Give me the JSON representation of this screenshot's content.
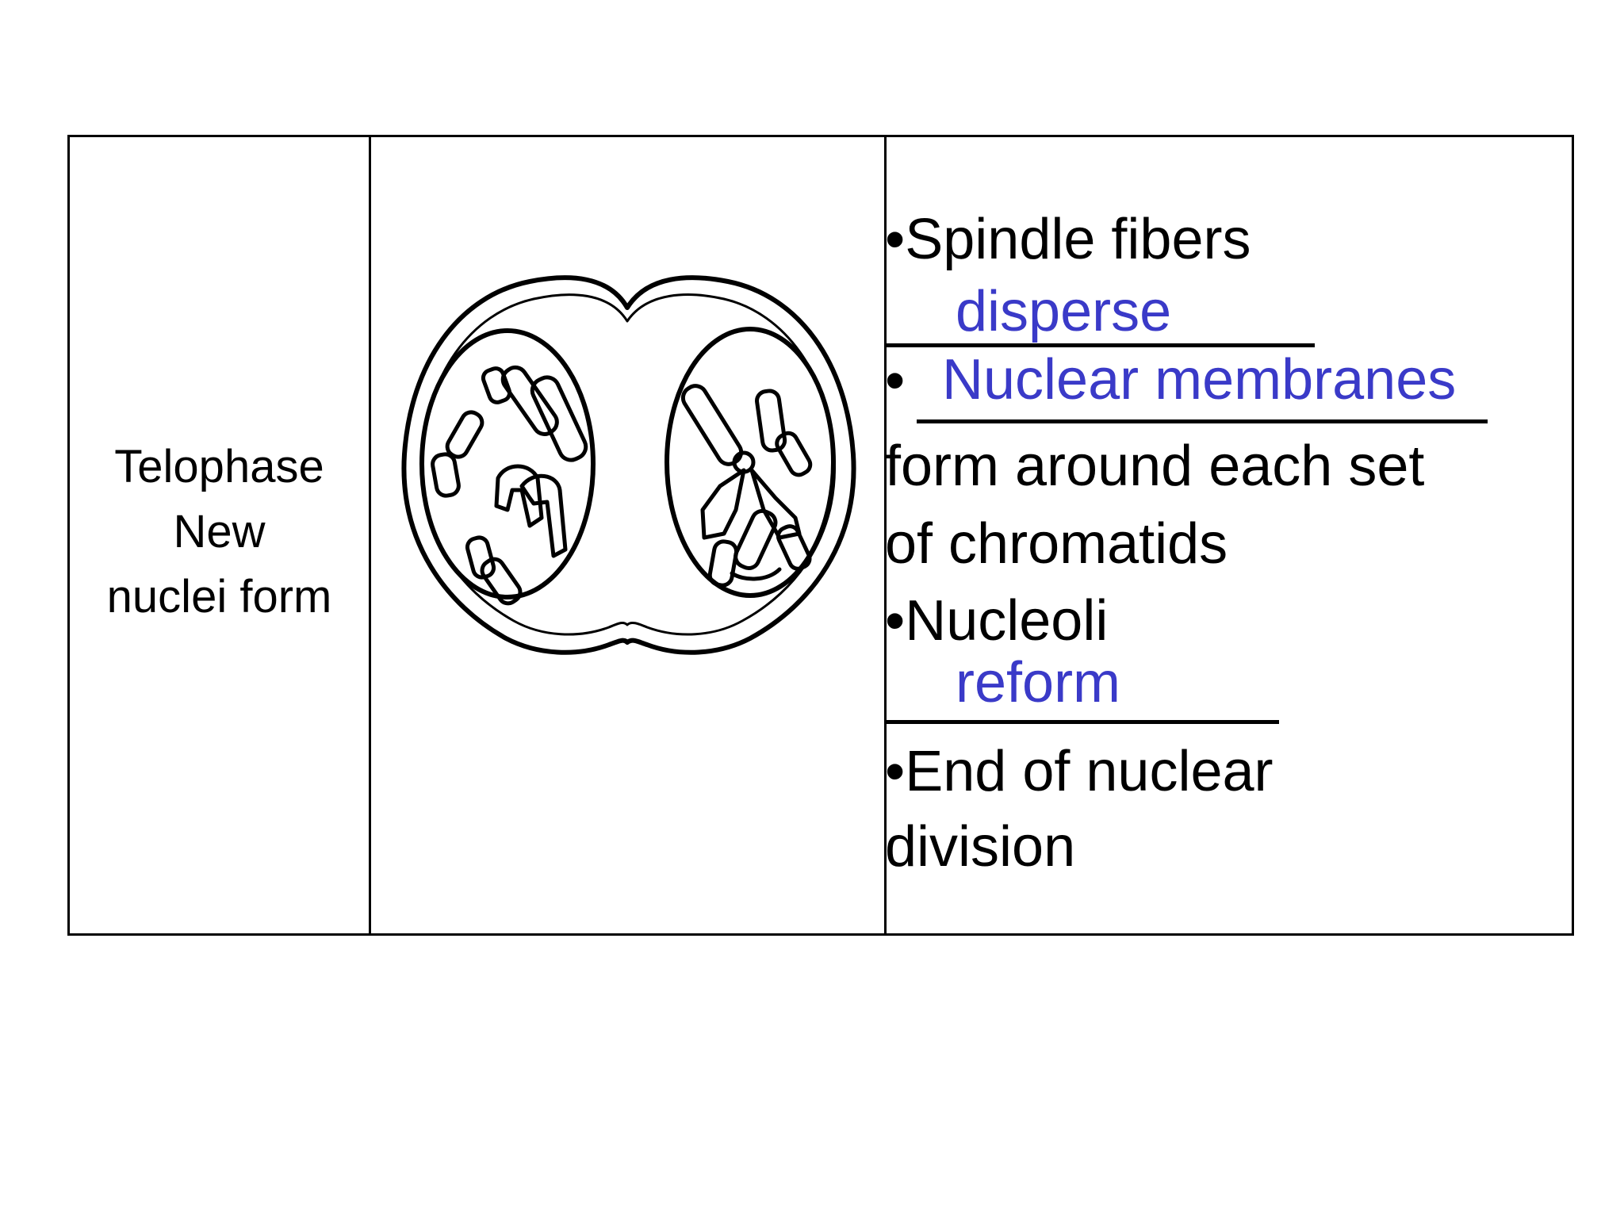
{
  "colors": {
    "answer": "#3a3ac8",
    "ink": "#000000"
  },
  "phase": {
    "name": "Telophase",
    "line2": "New",
    "line3": "nuclei form"
  },
  "diagram": {
    "icon": "telophase-cell-icon"
  },
  "notes": {
    "spindle": "•Spindle fibers",
    "spindle_answer": "disperse",
    "membranes_bullet": "•",
    "membranes_answer": "Nuclear membranes",
    "membranes_rest_1": "form around each set",
    "membranes_rest_2": "of chromatids",
    "nucleoli": "•Nucleoli",
    "nucleoli_answer": "reform",
    "end_1": "•End of nuclear",
    "end_2": "division"
  }
}
